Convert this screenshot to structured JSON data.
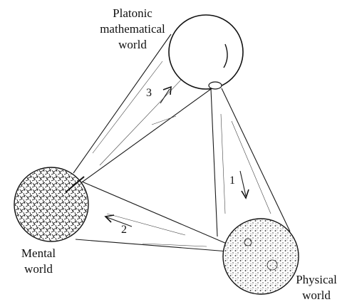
{
  "worlds": {
    "platonic": {
      "line1": "Platonic",
      "line2": "mathematical",
      "line3": "world"
    },
    "mental": {
      "line1": "Mental",
      "line2": "world"
    },
    "physical": {
      "line1": "Physical",
      "line2": "world"
    }
  },
  "arrows": [
    {
      "number": "1",
      "direction": "platonic-to-physical"
    },
    {
      "number": "2",
      "direction": "physical-to-mental"
    },
    {
      "number": "3",
      "direction": "mental-to-platonic"
    }
  ]
}
